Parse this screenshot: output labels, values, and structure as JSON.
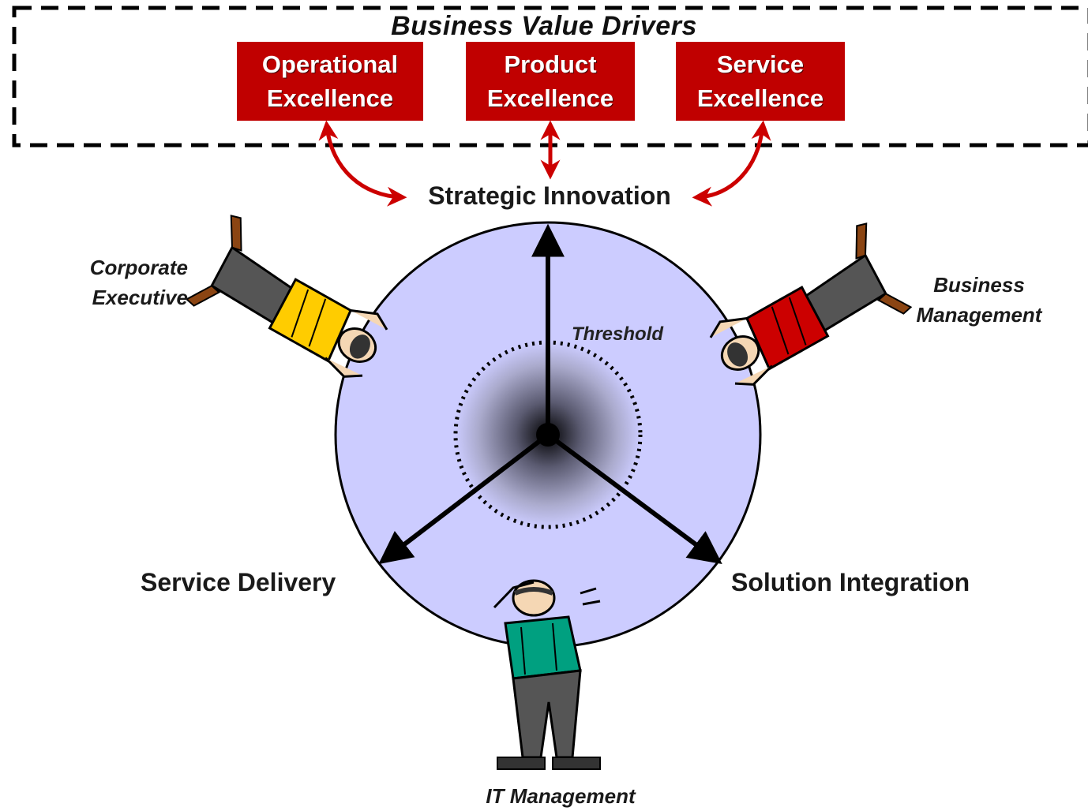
{
  "header": {
    "title": "Business Value Drivers"
  },
  "drivers": [
    {
      "line1": "Operational",
      "line2": "Excellence"
    },
    {
      "line1": "Product",
      "line2": "Excellence"
    },
    {
      "line1": "Service",
      "line2": "Excellence"
    }
  ],
  "axes": {
    "top": "Strategic Innovation",
    "left": "Service Delivery",
    "right": "Solution Integration"
  },
  "threshold": "Threshold",
  "roles": {
    "corporate": {
      "line1": "Corporate",
      "line2": "Executive"
    },
    "business": {
      "line1": "Business",
      "line2": "Management"
    },
    "it": "IT Management"
  },
  "colors": {
    "driver_red": "#c00000",
    "arrow_red": "#cc0000",
    "circle_fill": "#ccccff",
    "shirt_yellow": "#ffcc00",
    "shirt_red": "#cc0000",
    "shirt_green": "#00a080",
    "pants": "#555555"
  }
}
